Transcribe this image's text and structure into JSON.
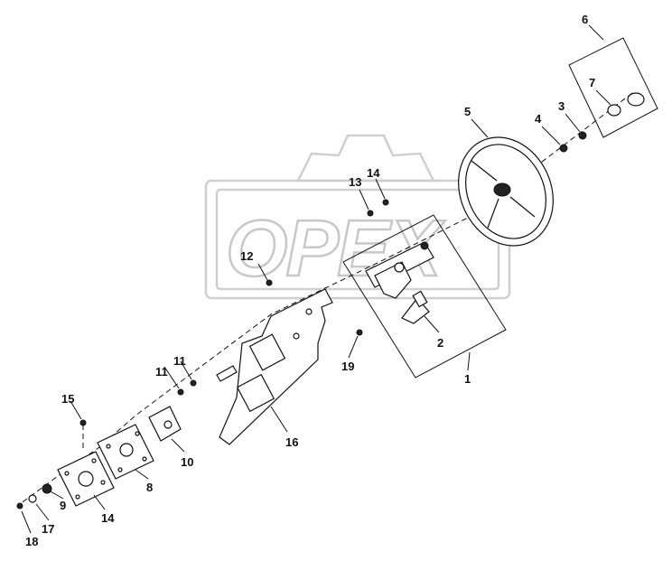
{
  "watermark": {
    "text": "OPEX"
  },
  "callouts": [
    {
      "id": "c1",
      "label": "1"
    },
    {
      "id": "c2",
      "label": "2"
    },
    {
      "id": "c3",
      "label": "3"
    },
    {
      "id": "c4",
      "label": "4"
    },
    {
      "id": "c5",
      "label": "5"
    },
    {
      "id": "c6",
      "label": "6"
    },
    {
      "id": "c7",
      "label": "7"
    },
    {
      "id": "c8",
      "label": "8"
    },
    {
      "id": "c9",
      "label": "9"
    },
    {
      "id": "c10",
      "label": "10"
    },
    {
      "id": "c11a",
      "label": "11"
    },
    {
      "id": "c11b",
      "label": "11"
    },
    {
      "id": "c12",
      "label": "12"
    },
    {
      "id": "c13",
      "label": "13"
    },
    {
      "id": "c14a",
      "label": "14"
    },
    {
      "id": "c14b",
      "label": "14"
    },
    {
      "id": "c15",
      "label": "15"
    },
    {
      "id": "c16",
      "label": "16"
    },
    {
      "id": "c17",
      "label": "17"
    },
    {
      "id": "c18",
      "label": "18"
    },
    {
      "id": "c19",
      "label": "19"
    }
  ]
}
